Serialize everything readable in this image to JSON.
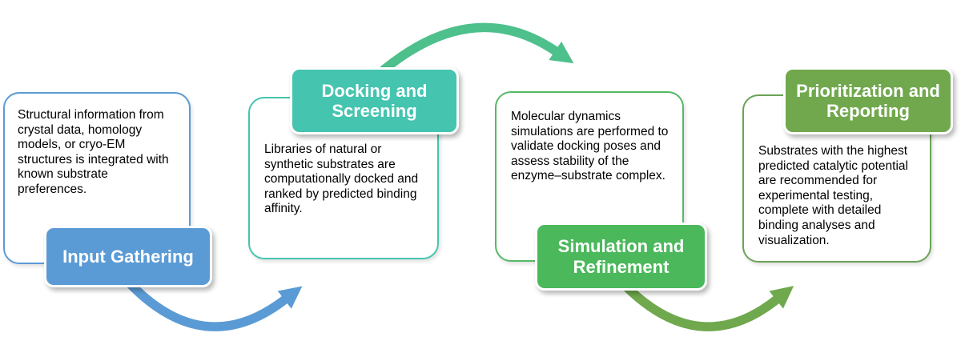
{
  "diagram": {
    "type": "process-flow",
    "steps": [
      {
        "label": "Input Gathering",
        "description": "Structural information from crystal data, homology models, or cryo-EM structures is integrated with known substrate preferences.",
        "color": "#5B9BD5",
        "label_position": "bottom"
      },
      {
        "label": "Docking and Screening",
        "description": "Libraries of natural or synthetic substrates are computationally docked and ranked by predicted binding affinity.",
        "color": "#45C4B0",
        "label_position": "top"
      },
      {
        "label": "Simulation and Refinement",
        "description": "Molecular dynamics simulations are performed to validate docking poses and assess stability of the enzyme–substrate complex.",
        "color": "#4CB85C",
        "label_position": "bottom"
      },
      {
        "label": "Prioritization and Reporting",
        "description": "Substrates with the highest predicted catalytic potential are recommended for experimental testing, complete with detailed binding analyses and visualization.",
        "color": "#71A84D",
        "label_position": "top"
      }
    ],
    "arrows": [
      {
        "name": "arrow-step1-to-step2",
        "color": "#5B9BD5",
        "curve": "bottom",
        "direction": "up-right"
      },
      {
        "name": "arrow-step2-to-step3",
        "color": "#4DC08C",
        "curve": "top",
        "direction": "down-right"
      },
      {
        "name": "arrow-step3-to-step4",
        "color": "#6FA84D",
        "curve": "bottom",
        "direction": "up-right"
      }
    ]
  }
}
